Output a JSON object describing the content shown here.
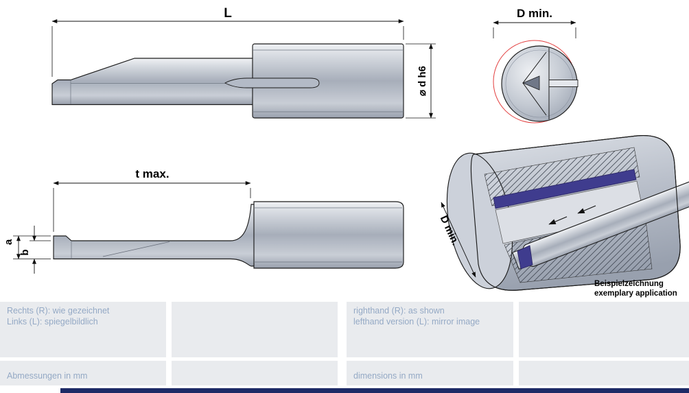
{
  "views": {
    "side": {
      "dim_length": "L",
      "dim_diameter": "⌀ d h6"
    },
    "front": {
      "dim_min_bore": "D min."
    },
    "top": {
      "dim_reach": "t max.",
      "dim_a": "a",
      "dim_b": "b"
    },
    "application": {
      "dim_min_bore": "D min.",
      "caption_de": "Beispielzeichnung",
      "caption_en": "exemplary application"
    }
  },
  "notes": {
    "de": {
      "line1": "Rechts (R): wie gezeichnet",
      "line2": "Links (L): spiegelbildlich",
      "units": "Abmessungen in mm"
    },
    "en": {
      "line1": "righthand (R): as shown",
      "line2": "lefthand version (L): mirror image",
      "units": "dimensions in mm"
    }
  },
  "colors": {
    "panel_bg": "#e9ebee",
    "note_text": "#94a9c5",
    "footer_bar": "#1d2a66",
    "insert_purple": "#3f3c8e",
    "red_reference": "#e23c3c"
  }
}
